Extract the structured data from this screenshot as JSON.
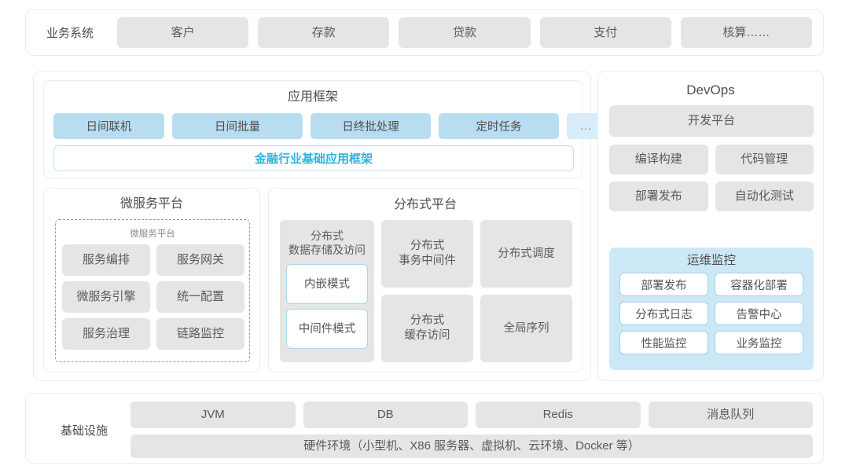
{
  "business_systems": {
    "label": "业务系统",
    "items": [
      "客户",
      "存款",
      "贷款",
      "支付",
      "核算……"
    ]
  },
  "app_framework": {
    "title": "应用框架",
    "tiles": [
      "日间联机",
      "日间批量",
      "日终批处理",
      "定时任务",
      "..."
    ],
    "base": "金融行业基础应用框架"
  },
  "microservice": {
    "title": "微服务平台",
    "inner_title": "微服务平台",
    "tiles": [
      "服务编排",
      "服务网关",
      "微服务引擎",
      "统一配置",
      "服务治理",
      "链路监控"
    ]
  },
  "distributed": {
    "title": "分布式平台",
    "storage": {
      "caption_line1": "分布式",
      "caption_line2": "数据存储及访问",
      "modes": [
        "内嵌模式",
        "中间件模式"
      ]
    },
    "tiles": [
      {
        "line1": "分布式",
        "line2": "事务中间件"
      },
      {
        "line1": "分布式调度",
        "line2": ""
      },
      {
        "line1": "分布式",
        "line2": "缓存访问"
      },
      {
        "line1": "全局序列",
        "line2": ""
      }
    ]
  },
  "devops": {
    "title": "DevOps",
    "platform": "开发平台",
    "tiles": [
      "编译构建",
      "代码管理",
      "部署发布",
      "自动化测试"
    ],
    "ops": {
      "title": "运维监控",
      "tiles": [
        "部署发布",
        "容器化部署",
        "分布式日志",
        "告警中心",
        "性能监控",
        "业务监控"
      ]
    }
  },
  "infrastructure": {
    "label": "基础设施",
    "items": [
      "JVM",
      "DB",
      "Redis",
      "消息队列"
    ],
    "hardware": "硬件环境（小型机、X86 服务器、虚拟机、云环境、Docker 等）"
  },
  "colors": {
    "panel_border": "#dff0f5",
    "gray_tile": "#e6e5e4",
    "blue_tile": "#b9ddf0",
    "blue_tile_faint": "#d8ecf9",
    "accent_text": "#2bb5dc",
    "ops_bg": "#cce8f7",
    "outline_border": "#a8d6ec"
  }
}
